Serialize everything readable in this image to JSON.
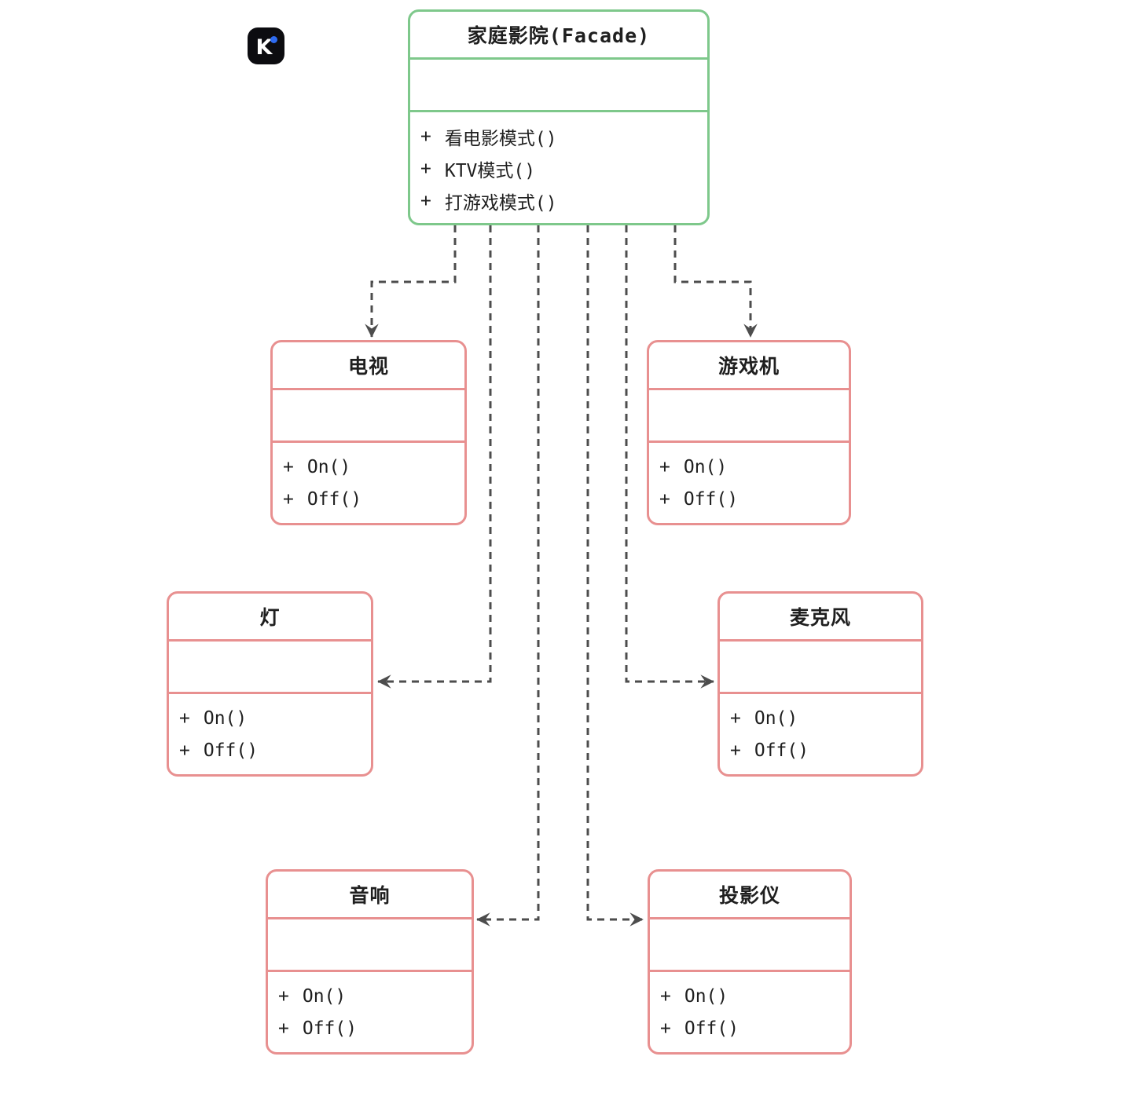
{
  "colors": {
    "facade_border": "#7ec88b",
    "class_border": "#e89090",
    "connector": "#4d4d4d",
    "text": "#1f1f1f",
    "logo_bg": "#0c0c10",
    "logo_dot": "#2e6bf0"
  },
  "logo": {
    "letter": "K"
  },
  "facade": {
    "title": "家庭影院(Facade)",
    "attributes": [],
    "methods": [
      {
        "visibility": "+",
        "signature": "看电影模式()"
      },
      {
        "visibility": "+",
        "signature": "KTV模式()"
      },
      {
        "visibility": "+",
        "signature": "打游戏模式()"
      }
    ]
  },
  "classes": [
    {
      "title": "电视",
      "attributes": [],
      "methods": [
        {
          "visibility": "+",
          "signature": "On()"
        },
        {
          "visibility": "+",
          "signature": "Off()"
        }
      ]
    },
    {
      "title": "游戏机",
      "attributes": [],
      "methods": [
        {
          "visibility": "+",
          "signature": "On()"
        },
        {
          "visibility": "+",
          "signature": "Off()"
        }
      ]
    },
    {
      "title": "灯",
      "attributes": [],
      "methods": [
        {
          "visibility": "+",
          "signature": "On()"
        },
        {
          "visibility": "+",
          "signature": "Off()"
        }
      ]
    },
    {
      "title": "麦克风",
      "attributes": [],
      "methods": [
        {
          "visibility": "+",
          "signature": "On()"
        },
        {
          "visibility": "+",
          "signature": "Off()"
        }
      ]
    },
    {
      "title": "音响",
      "attributes": [],
      "methods": [
        {
          "visibility": "+",
          "signature": "On()"
        },
        {
          "visibility": "+",
          "signature": "Off()"
        }
      ]
    },
    {
      "title": "投影仪",
      "attributes": [],
      "methods": [
        {
          "visibility": "+",
          "signature": "On()"
        },
        {
          "visibility": "+",
          "signature": "Off()"
        }
      ]
    }
  ]
}
